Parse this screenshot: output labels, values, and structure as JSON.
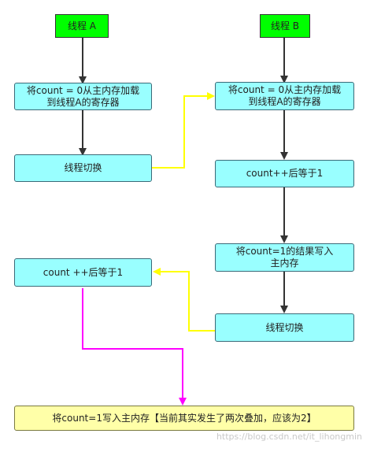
{
  "nodes": {
    "thread_a": "线程 A",
    "thread_b": "线程 B",
    "a_load": "将count = 0从主内存加载\n到线程A的寄存器",
    "a_switch": "线程切换",
    "a_increment": "count ++后等于1",
    "b_load": "将count = 0从主内存加载\n到线程A的寄存器",
    "b_increment": "count++后等于1",
    "b_write": "将count=1的结果写入\n主内存",
    "b_switch": "线程切换",
    "final_write": "将count=1写入主内存【当前其实发生了两次叠加，应该为2】"
  },
  "colors": {
    "start_node": "#00ff00",
    "process_node": "#99ffff",
    "result_node": "#ffffa8",
    "flow_arrow": "#333333",
    "switch_arrow": "#ffff00",
    "final_arrow": "#ff00ff"
  },
  "watermark": "https://blog.csdn.net/it_lihongmin"
}
